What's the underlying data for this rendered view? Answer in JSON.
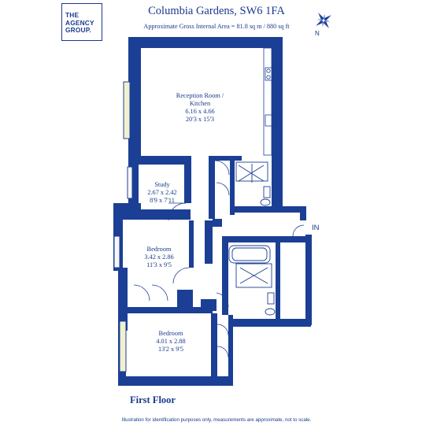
{
  "brand": {
    "logo_lines": [
      "THE",
      "AGENCY",
      "GROUP."
    ]
  },
  "header": {
    "title": "Columbia Gardens, SW6 1FA",
    "subtitle": "Approximate Gross Internal Area = 81.8 sq m / 880 sq ft",
    "compass_label": "N"
  },
  "rooms": [
    {
      "name_lines": [
        "Reception Room /",
        "Kitchen"
      ],
      "metric": "6.16 x 4.66",
      "imperial": "20'3 x 15'3"
    },
    {
      "name_lines": [
        "Study"
      ],
      "metric": "2.67 x 2.42",
      "imperial": "8'9 x 7'11"
    },
    {
      "name_lines": [
        "Bedroom"
      ],
      "metric": "3.42 x 2.86",
      "imperial": "11'3 x 9'5"
    },
    {
      "name_lines": [
        "Bedroom"
      ],
      "metric": "4.01 x 2.88",
      "imperial": "13'2 x 9'5"
    }
  ],
  "entrance_label": "IN",
  "floor_label": "First Floor",
  "disclaimer": "Illustration for identification purposes only, measurements are approximate, not to scale.",
  "colors": {
    "wall": "#1b3f94",
    "text": "#1b3a8c",
    "window": "#f2f1cf"
  }
}
